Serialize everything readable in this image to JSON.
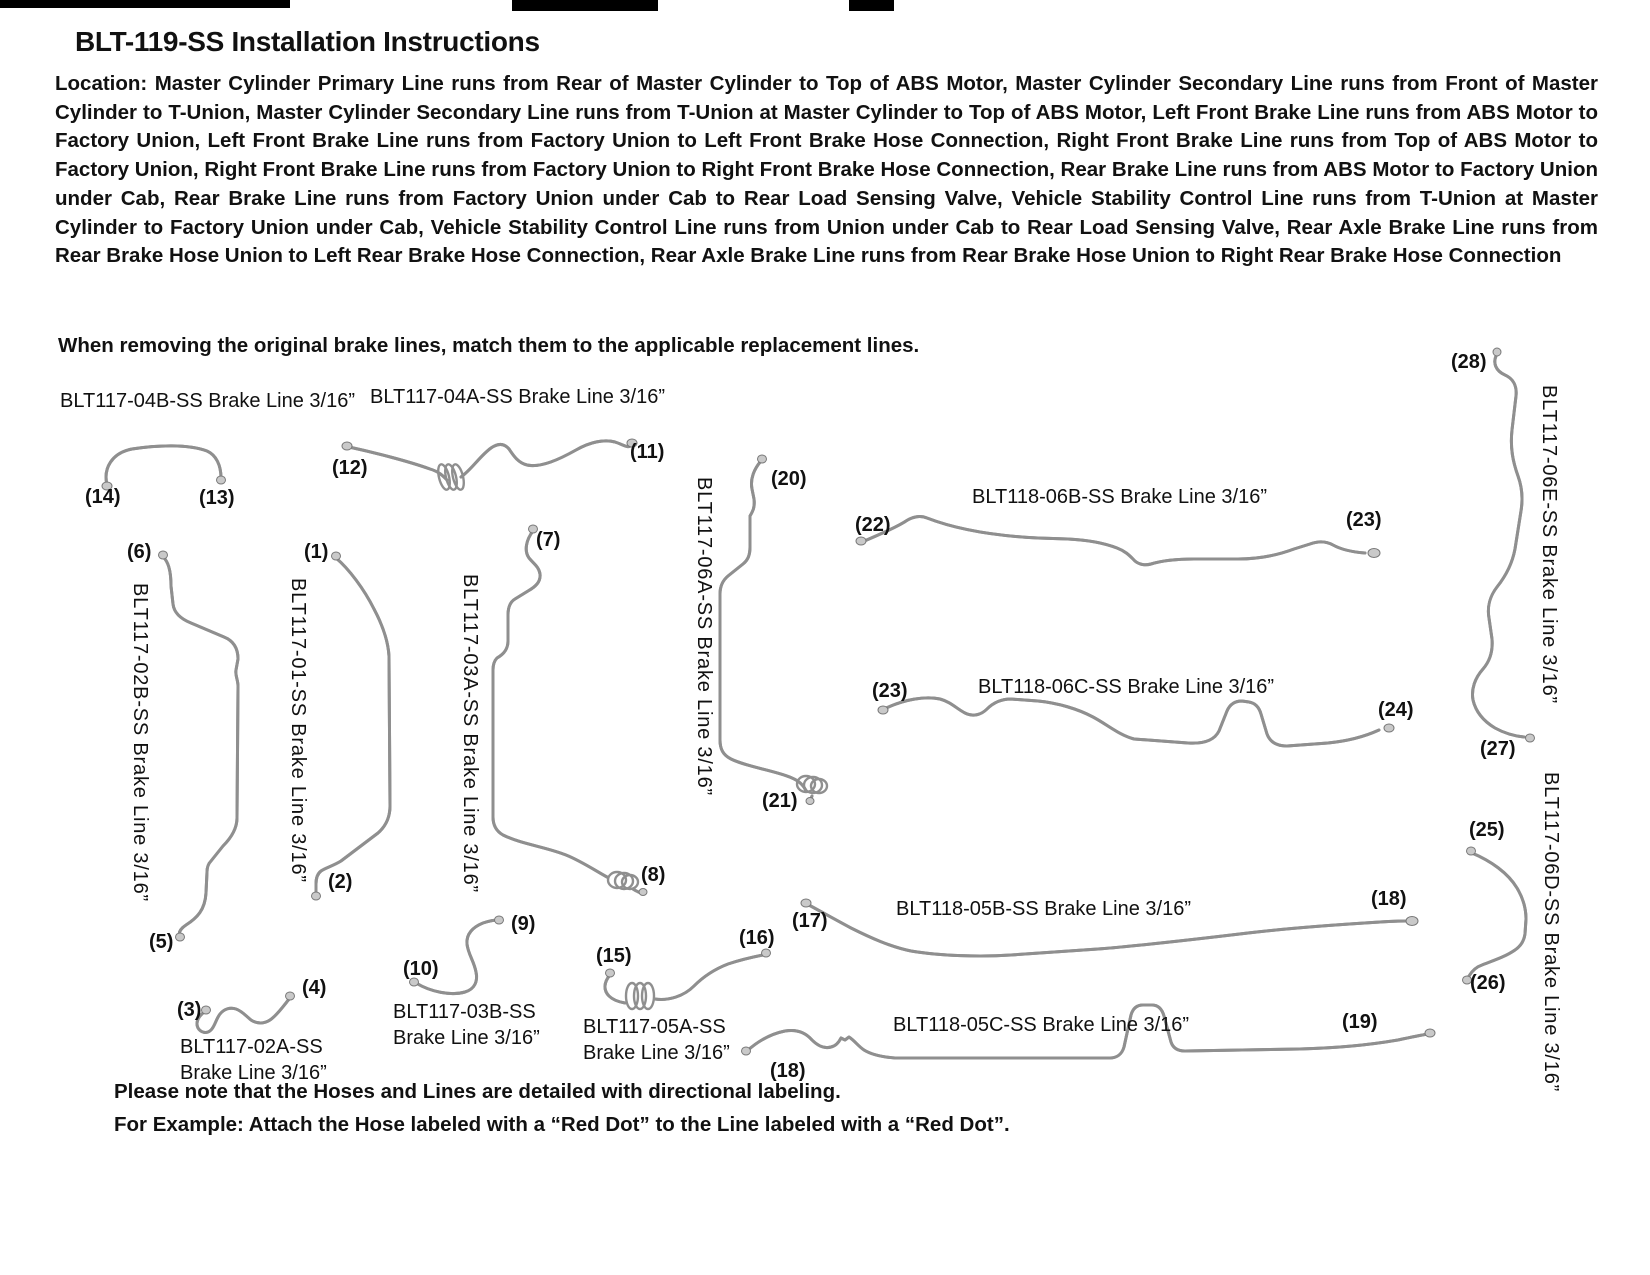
{
  "page": {
    "title": "BLT-119-SS Installation Instructions",
    "location_paragraph": "Location: Master Cylinder Primary Line runs from Rear of Master Cylinder to Top of ABS Motor, Master Cylinder Secondary Line runs from Front of Master Cylinder to T-Union, Master Cylinder Secondary Line runs from T-Union at Master Cylinder to Top of ABS Motor, Left Front Brake Line runs from ABS Motor to Factory Union, Left Front Brake Line runs from Factory Union to Left Front Brake Hose Connection, Right Front Brake Line runs from Top of ABS Motor to Factory Union, Right Front Brake Line runs from Factory Union to Right Front Brake Hose Connection, Rear Brake Line runs from ABS Motor to Factory Union under Cab, Rear Brake Line runs from Factory Union under Cab to Rear Load Sensing Valve, Vehicle Stability Control Line runs from T-Union at Master Cylinder to Factory Union under Cab, Vehicle Stability Control Line runs from Union under Cab to Rear Load Sensing Valve, Rear Axle Brake Line runs from Rear Brake Hose Union to Left Rear Brake Hose Connection, Rear Axle Brake Line runs from Rear Brake Hose Union to Right Rear Brake Hose Connection",
    "match_note": "When removing the original brake lines, match them to the applicable replacement lines.",
    "footer_note_1": "Please note that the Hoses and Lines are detailed with directional labeling.",
    "footer_note_2": "For Example: Attach the Hose labeled with a “Red Dot” to the Line labeled with a “Red Dot”."
  },
  "diagram": {
    "part_labels": [
      {
        "text": "BLT117-04B-SS Brake Line 3/16”"
      },
      {
        "text": "BLT117-04A-SS Brake Line 3/16”"
      },
      {
        "text": "BLT118-06B-SS Brake Line 3/16”"
      },
      {
        "text": "BLT118-06C-SS Brake Line 3/16”"
      },
      {
        "text": "BLT118-05B-SS Brake Line 3/16”"
      },
      {
        "text": "BLT118-05C-SS Brake Line 3/16”"
      },
      {
        "l1": "BLT117-02A-SS",
        "l2": "Brake Line 3/16”"
      },
      {
        "l1": "BLT117-03B-SS",
        "l2": "Brake Line 3/16”"
      },
      {
        "l1": "BLT117-05A-SS",
        "l2": "Brake Line 3/16”"
      },
      {
        "text": "BLT117-02B-SS Brake Line 3/16”"
      },
      {
        "text": "BLT117-01-SS Brake Line 3/16”"
      },
      {
        "text": "BLT117-03A-SS Brake Line 3/16”"
      },
      {
        "text": "BLT117-06A-SS Brake Line 3/16”"
      },
      {
        "text": "BLT117-06E-SS Brake Line 3/16”"
      },
      {
        "text": "BLT117-06D-SS Brake Line 3/16”"
      }
    ],
    "callouts": [
      {
        "t": "(14)"
      },
      {
        "t": "(13)"
      },
      {
        "t": "(12)"
      },
      {
        "t": "(11)"
      },
      {
        "t": "(6)"
      },
      {
        "t": "(1)"
      },
      {
        "t": "(7)"
      },
      {
        "t": "(5)"
      },
      {
        "t": "(2)"
      },
      {
        "t": "(3)"
      },
      {
        "t": "(4)"
      },
      {
        "t": "(10)"
      },
      {
        "t": "(9)"
      },
      {
        "t": "(15)"
      },
      {
        "t": "(16)"
      },
      {
        "t": "(8)"
      },
      {
        "t": "(20)"
      },
      {
        "t": "(21)"
      },
      {
        "t": "(22)"
      },
      {
        "t": "(23)"
      },
      {
        "t": "(23)"
      },
      {
        "t": "(24)"
      },
      {
        "t": "(28)"
      },
      {
        "t": "(27)"
      },
      {
        "t": "(25)"
      },
      {
        "t": "(26)"
      },
      {
        "t": "(17)"
      },
      {
        "t": "(18)"
      },
      {
        "t": "(18)"
      },
      {
        "t": "(19)"
      }
    ]
  },
  "colors": {
    "text": "#111111",
    "brake_line": "#8f8f8f",
    "fitting": "#c9c9c9"
  }
}
